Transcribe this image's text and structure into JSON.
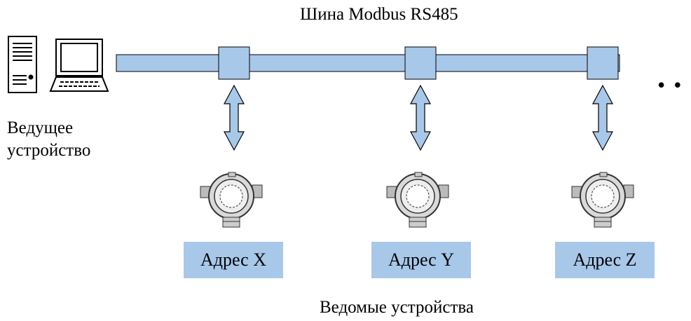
{
  "bus_label": "Шина Modbus RS485",
  "master": {
    "label_line1": "Ведущее",
    "label_line2": "устройство",
    "icon": "computer-icon"
  },
  "slaves_label": "Ведомые устройства",
  "devices": [
    {
      "address": "Адрес X",
      "icon": "transmitter-icon"
    },
    {
      "address": "Адрес Y",
      "icon": "transmitter-icon"
    },
    {
      "address": "Адрес Z",
      "icon": "transmitter-icon"
    }
  ],
  "continuation": "• •",
  "colors": {
    "bus_fill": "#a8c8ea",
    "line": "#000000",
    "address_fill": "#a8c8ea"
  }
}
